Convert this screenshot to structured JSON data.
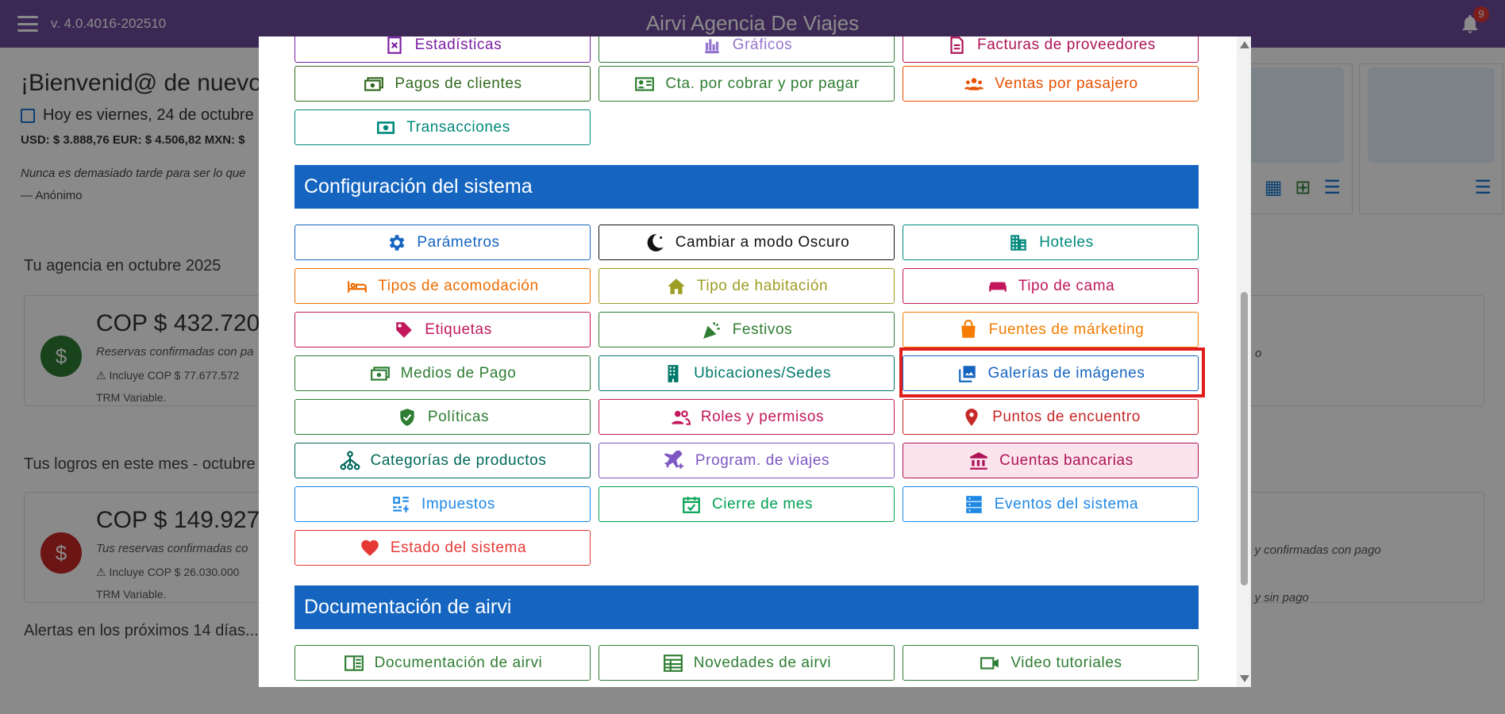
{
  "app": {
    "version": "v. 4.0.4016-202510",
    "title": "Airvi Agencia De Viajes",
    "notification_count": "9"
  },
  "dashboard": {
    "welcome": "¡Bienvenid@ de nuevo",
    "today": "Hoy es viernes, 24 de octubre",
    "rates": "USD: $ 3.888,76 EUR: $ 4.506,82 MXN: $",
    "quote": "Nunca es demasiado tarde para ser lo que",
    "quote_author": "— Anónimo",
    "agency_heading": "Tu agencia en octubre 2025",
    "card1_amount": "COP $ 432.720",
    "card1_desc": "Reservas confirmadas con pa",
    "card1_note": "⚠ Incluye COP $ 77.677.572",
    "card1_trm": "TRM Variable.",
    "card1_right": "o",
    "achievements_heading": "Tus logros en este mes - octubre",
    "card2_amount": "COP $ 149.927",
    "card2_desc": "Tus reservas confirmadas co",
    "card2_note": "⚠ Incluye COP $ 26.030.000",
    "card2_trm": "TRM Variable.",
    "card2_right1": "re y confirmadas con pago",
    "card2_right2": "re y sin pago",
    "alerts_heading": "Alertas en los próximos 14 días..."
  },
  "modal": {
    "top_row": [
      {
        "label": "Estadísticas",
        "color": "#7b1fa2"
      },
      {
        "label": "Gráficos",
        "color": "#9575cd"
      },
      {
        "label": "Facturas de proveedores",
        "color": "#ad1457"
      }
    ],
    "row_a": [
      {
        "label": "Pagos de clientes",
        "color": "#33691e",
        "icon": "cash-icon"
      },
      {
        "label": "Cta. por cobrar y por pagar",
        "color": "#2e7d32",
        "icon": "contact-card-icon"
      },
      {
        "label": "Ventas por pasajero",
        "color": "#e65100",
        "icon": "people-icon"
      }
    ],
    "transacciones": {
      "label": "Transacciones",
      "color": "#00897b"
    },
    "config_heading": "Configuración del sistema",
    "config_buttons": [
      {
        "label": "Parámetros",
        "color": "#1565c0",
        "icon": "gear-icon"
      },
      {
        "label": "Cambiar a modo Oscuro",
        "color": "#111111",
        "icon": "moon-icon"
      },
      {
        "label": "Hoteles",
        "color": "#00897b",
        "icon": "building-icon"
      },
      {
        "label": "Tipos de acomodación",
        "color": "#ef6c00",
        "icon": "bed-icon"
      },
      {
        "label": "Tipo de habitación",
        "color": "#9e9d24",
        "icon": "home-icon"
      },
      {
        "label": "Tipo de cama",
        "color": "#c2185b",
        "icon": "sofa-icon"
      },
      {
        "label": "Etiquetas",
        "color": "#c2185b",
        "icon": "tag-icon"
      },
      {
        "label": "Festivos",
        "color": "#2e7d32",
        "icon": "party-icon"
      },
      {
        "label": "Fuentes de márketing",
        "color": "#f57c00",
        "icon": "bag-icon"
      },
      {
        "label": "Medios de Pago",
        "color": "#2e7d32",
        "icon": "cash-icon"
      },
      {
        "label": "Ubicaciones/Sedes",
        "color": "#00796b",
        "icon": "office-icon"
      },
      {
        "label": "Galerías de imágenes",
        "color": "#1565c0",
        "icon": "gallery-icon"
      },
      {
        "label": "Políticas",
        "color": "#2e7d32",
        "icon": "shield-check-icon"
      },
      {
        "label": "Roles y permisos",
        "color": "#c2185b",
        "icon": "users-icon"
      },
      {
        "label": "Puntos de encuentro",
        "color": "#c62828",
        "icon": "pin-icon"
      },
      {
        "label": "Categorías de productos",
        "color": "#00695c",
        "icon": "tree-icon"
      },
      {
        "label": "Program. de viajes",
        "color": "#7e57c2",
        "icon": "plane-icon"
      },
      {
        "label": "Cuentas bancarias",
        "color": "#ad1457",
        "icon": "bank-icon"
      },
      {
        "label": "Impuestos",
        "color": "#1e88e5",
        "icon": "tax-icon"
      },
      {
        "label": "Cierre de mes",
        "color": "#00a152",
        "icon": "calendar-check-icon"
      },
      {
        "label": "Eventos del sistema",
        "color": "#1e88e5",
        "icon": "server-icon"
      },
      {
        "label": "Estado del sistema",
        "color": "#e53935",
        "icon": "heart-icon"
      }
    ],
    "docs_heading": "Documentación de airvi",
    "docs_buttons": [
      {
        "label": "Documentación de airvi",
        "color": "#2e7d32",
        "icon": "book-icon"
      },
      {
        "label": "Novedades de airvi",
        "color": "#2e7d32",
        "icon": "table-icon"
      },
      {
        "label": "Video tutoriales",
        "color": "#2e7d32",
        "icon": "video-icon"
      }
    ]
  }
}
